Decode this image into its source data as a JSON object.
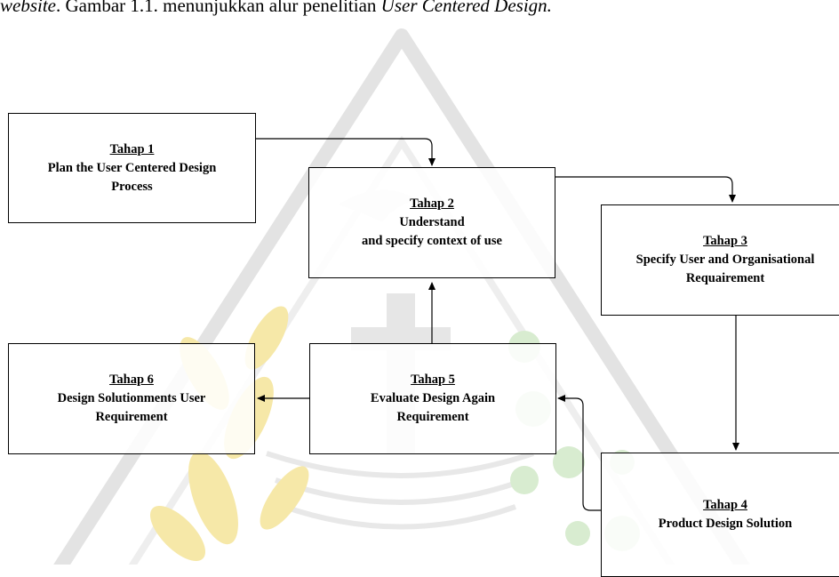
{
  "intro": {
    "pre": "website",
    "mid": ". Gambar 1.1. menunjukkan alur penelitian ",
    "post": "User Centered Design."
  },
  "boxes": {
    "tahap1": {
      "label": "Tahap 1",
      "lines": [
        "Plan the User Centered Design",
        "Process"
      ]
    },
    "tahap2": {
      "label": "Tahap 2",
      "lines": [
        "Understand",
        "and specify context of use"
      ]
    },
    "tahap3": {
      "label": "Tahap 3",
      "lines": [
        "Specify User and Organisational",
        "Requairement"
      ]
    },
    "tahap4": {
      "label": "Tahap 4",
      "lines": [
        "Product Design Solution"
      ]
    },
    "tahap5": {
      "label": "Tahap 5",
      "lines": [
        "Evaluate Design Again",
        "Requirement"
      ]
    },
    "tahap6": {
      "label": "Tahap 6",
      "lines": [
        "Design Solutionments User",
        "Requirement"
      ]
    }
  },
  "colors": {
    "watermark_line": "#e3e3e3",
    "watermark_leaf": "#f6e8a8",
    "watermark_flower": "#d8ecd0"
  }
}
